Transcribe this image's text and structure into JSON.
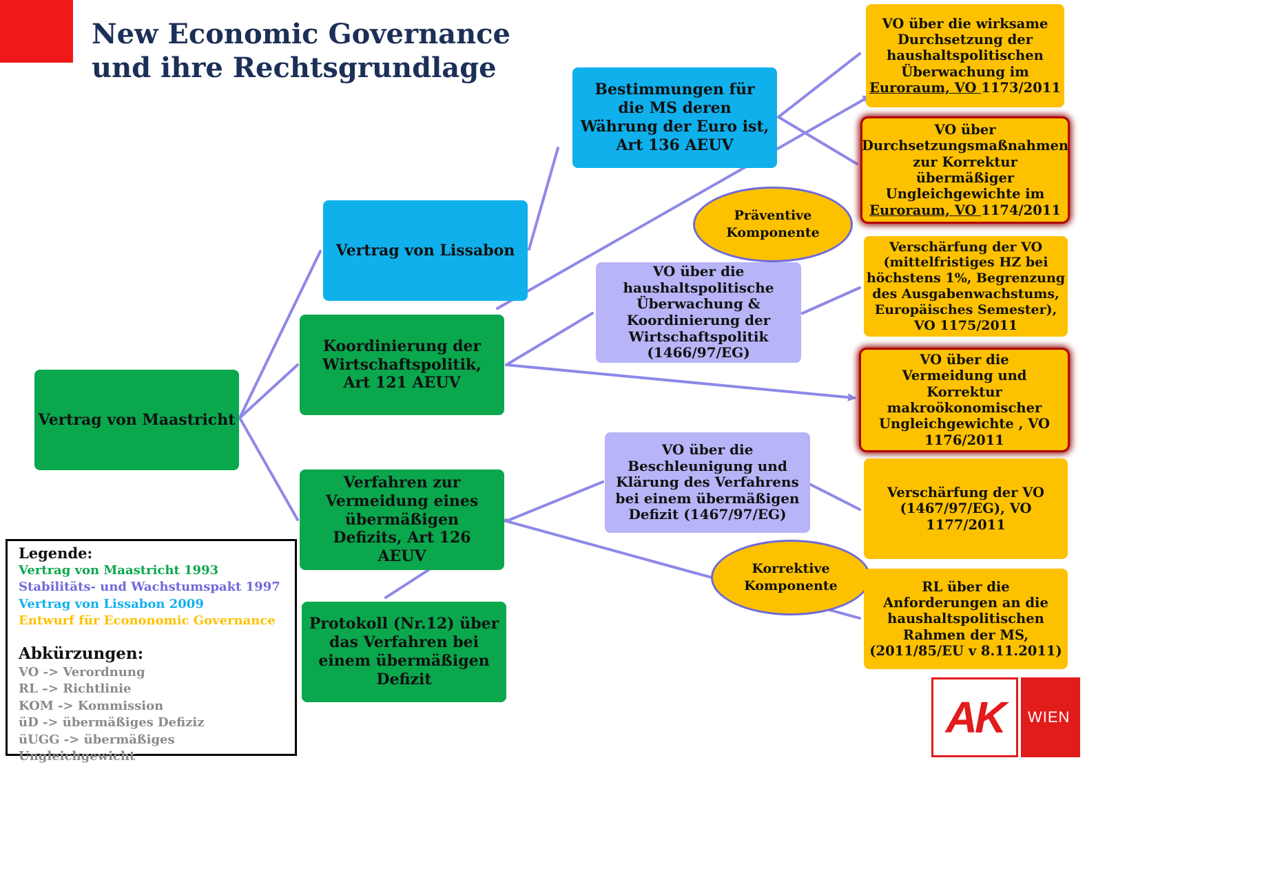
{
  "title": {
    "line1": "New Economic Governance",
    "line2": "und ihre Rechtsgrundlage"
  },
  "nodes": {
    "maastricht": "Vertrag von Maastricht",
    "lissabon": "Vertrag von Lissabon",
    "art121": "Koordinierung der Wirtschaftspolitik, Art 121 AEUV",
    "art126": "Verfahren zur Vermeidung eines übermäßigen Defizits, Art 126 AEUV",
    "protokoll": "Protokoll (Nr.12) über das Verfahren bei einem übermäßigen Defizit",
    "art136": "Bestimmungen für die MS deren Währung der Euro ist, Art 136 AEUV",
    "vo1466": "VO über die haushaltspolitische Überwachung & Koordinierung der Wirtschaftspolitik (1466/97/EG)",
    "vo1467": "VO über die Beschleunigung und Klärung des Verfahrens bei einem übermäßigen Defizit (1467/97/EG)",
    "vo1173_a": "VO über die wirksame Durchsetzung der haushaltspolitischen Überwachung im",
    "vo1173_u": "Euroraum,  VO ",
    "vo1173_b": "1173/2011",
    "vo1174_a": "VO über Durchsetzungsmaßnahmen zur Korrektur übermäßiger Ungleichgewichte im",
    "vo1174_u": "Euroraum,  VO ",
    "vo1174_b": "1174/2011",
    "vo1175": "Verschärfung der VO (mittelfristiges HZ bei höchstens 1%, Begrenzung des Ausgabenwachstums, Europäisches Semester), VO 1175/2011",
    "vo1176": "VO über die Vermeidung und Korrektur makroökonomischer Ungleichgewichte , VO 1176/2011",
    "vo1177": "Verschärfung der VO (1467/97/EG), VO 1177/2011",
    "rl2011": "RL über die Anforderungen an die haushaltspolitischen Rahmen der MS, (2011/85/EU v 8.11.2011)"
  },
  "ovals": {
    "praeventiv_1": "Präventive",
    "praeventiv_2": "Komponente",
    "korrektiv_1": "Korrektive",
    "korrektiv_2": "Komponente"
  },
  "legend": {
    "heading": "Legende:",
    "items": [
      {
        "label": "Vertrag von Maastricht 1993",
        "color": "#0aa74d"
      },
      {
        "label": "Stabilitäts- und Wachstumspakt 1997",
        "color": "#6f6ad9"
      },
      {
        "label": "Vertrag von Lissabon 2009",
        "color": "#10b0ec"
      },
      {
        "label": "Entwurf für Econonomic Governance",
        "color": "#fdc100"
      }
    ],
    "abbr_heading": "Abkürzungen:",
    "abbr": [
      "VO -> Verordnung",
      "RL –> Richtlinie",
      "KOM -> Kommission",
      "üD -> übermäßiges Defiziz",
      "üUGG -> übermäßiges Ungleichgewicht"
    ]
  },
  "logo": {
    "mark": "AK",
    "text": "WIEN"
  },
  "colors": {
    "maastricht": "#0aa74d",
    "lissabon": "#10b0ec",
    "stabilitaetspakt": "#b7b4f7",
    "governance": "#fdc100",
    "connector": "#8d88e8",
    "title": "#1c2f58",
    "accent_red": "#e21b1b",
    "abbreviation_gray": "#8a8a8a"
  }
}
